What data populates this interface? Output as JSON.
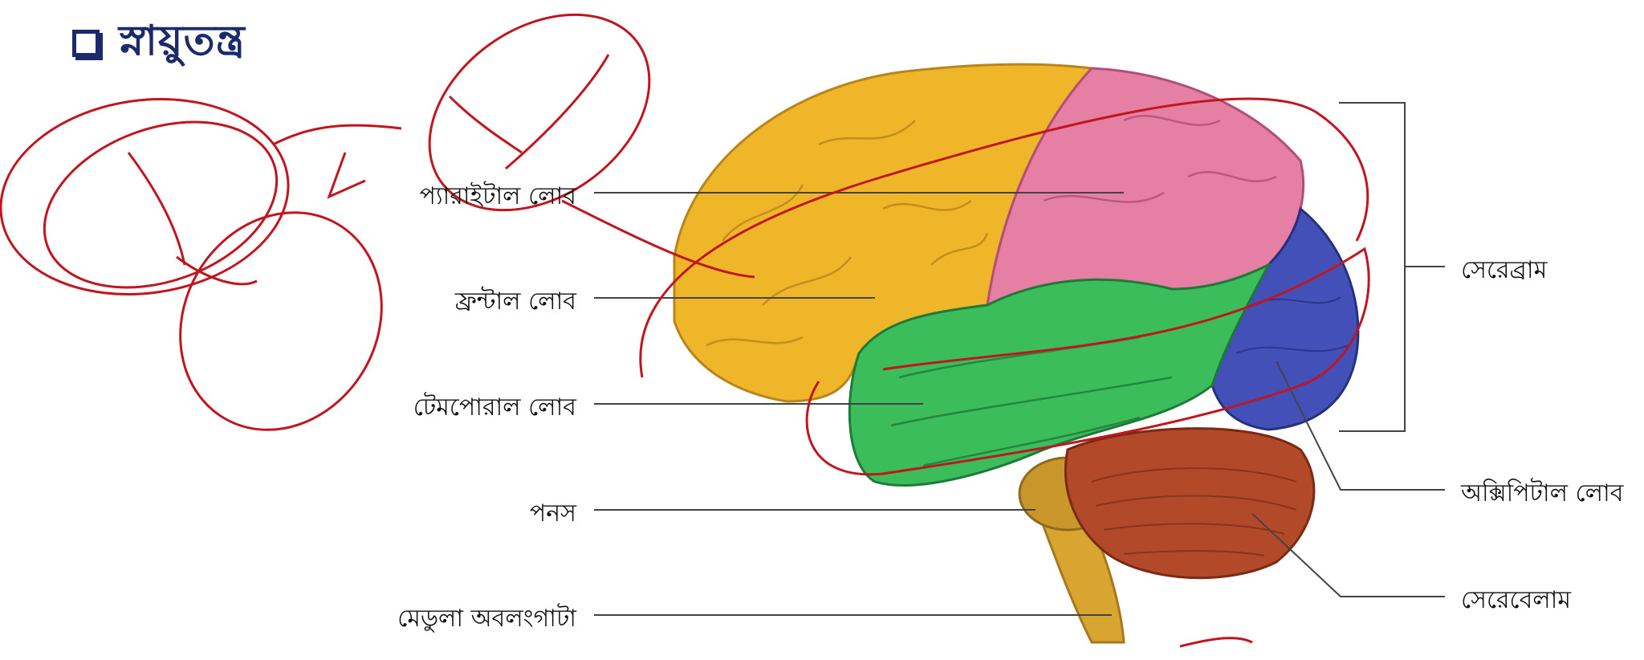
{
  "header": {
    "title": "স্নায়ুতন্ত্র"
  },
  "labels": {
    "left": [
      "প্যারাইটাল লোব",
      "ফ্রন্টাল লোব",
      "টেমপোরাল লোব",
      "পনস",
      "মেডুলা অবলংগাটা"
    ],
    "right": [
      "সেরেব্রাম",
      "অক্সিপিটাল লোব",
      "সেরেবেলাম"
    ]
  },
  "colors": {
    "frontal": "#f0b62a",
    "parietal": "#e67fa4",
    "temporal": "#3cbd5c",
    "occipital": "#4250b8",
    "cerebellum": "#b24a2a",
    "brainstem": "#d7a530",
    "annotation": "#c0161f",
    "title": "#1b2a6b"
  }
}
